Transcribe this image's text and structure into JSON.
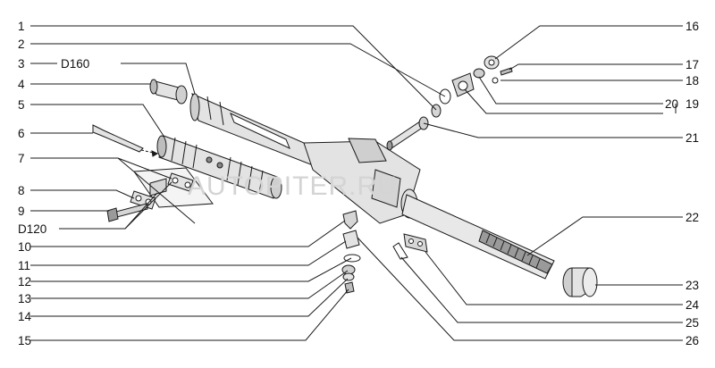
{
  "watermark": "AUTOPITER.RU",
  "labels_left": [
    "1",
    "2",
    "3",
    "D160",
    "4",
    "5",
    "6",
    "7",
    "8",
    "9",
    "D120",
    "10",
    "11",
    "12",
    "13",
    "14",
    "15"
  ],
  "labels_right": [
    "16",
    "17",
    "18",
    "20",
    "19",
    "21",
    "22",
    "23",
    "24",
    "25",
    "26"
  ],
  "colors": {
    "line": "#1a1a1a",
    "part_fill": "#e3e3e3",
    "part_dark": "#9a9a9a",
    "watermark": "#d4d4d4",
    "background": "#ffffff"
  }
}
